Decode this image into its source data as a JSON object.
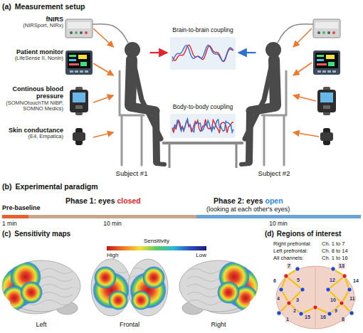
{
  "diagram": {
    "nodes": [
      {
        "text": [
          "fNIRS",
          "(NIRSport, NIRx)"
        ]
      },
      {
        "text": [
          "Patient monitor",
          "(LifeSense II, Nonin)"
        ]
      },
      {
        "text": [
          "Continous blood pressure",
          "(SOMNOtouchTM NIBP, SOMNO Medics)"
        ]
      },
      {
        "text": [
          "Skin conductance",
          "(E4, Empatica)"
        ]
      },
      {
        "text": [
          "Subject #1"
        ]
      },
      {
        "text": [
          "Subject #2"
        ]
      },
      {
        "text": [
          "Brain-to-brain coupling"
        ]
      },
      {
        "text": [
          "Body-to-body coupling"
        ]
      }
    ],
    "edges": [
      {
        "from": 0,
        "to": 4,
        "arrow": "to"
      },
      {
        "from": 1,
        "to": 4,
        "arrow": "to"
      },
      {
        "from": 2,
        "to": 4,
        "arrow": "to"
      },
      {
        "from": 3,
        "to": 4,
        "arrow": "to"
      },
      {
        "from": 4,
        "to": 6,
        "arrow": "to"
      },
      {
        "from": 5,
        "to": 6,
        "arrow": "to"
      }
    ],
    "labels": [
      "(a)",
      "Measurement setup",
      "(b)",
      "Experimental paradigm",
      "Pre-baseline",
      "Phase 1: eyes",
      "closed",
      "Phase 2: eyes",
      "open",
      "(looking at each other's eyes)",
      "1 min",
      "10 min",
      "10 min",
      "(c)",
      "Sensitivity maps",
      "Sensitivity",
      "High",
      "Low",
      "Left",
      "Frontal",
      "Right",
      "(d)",
      "Regions of interest",
      "Right prefrontal:",
      "Ch. 1 to 7",
      "Left prefrontal:",
      "Ch. 8 to 14",
      "All channels:",
      "Ch. 1 to 16",
      "1",
      "2",
      "3",
      "4",
      "5",
      "6",
      "7",
      "8",
      "9",
      "10",
      "11",
      "12",
      "13",
      "14",
      "15",
      "16"
    ]
  }
}
